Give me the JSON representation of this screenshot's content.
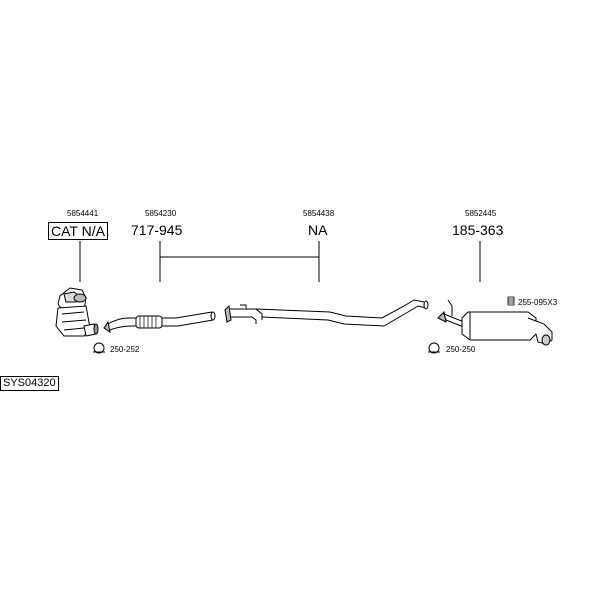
{
  "diagram": {
    "system_code": "SYS04320",
    "parts": [
      {
        "ref": "5854441",
        "label": "CAT N/A"
      },
      {
        "ref": "5854230",
        "label": "717-945"
      },
      {
        "ref": "5854438",
        "label": "NA"
      },
      {
        "ref": "5852445",
        "label": "185-363"
      }
    ],
    "accessories": [
      {
        "code": "250-252",
        "icon": "clamp-icon"
      },
      {
        "code": "250-250",
        "icon": "clamp-icon"
      },
      {
        "code": "255-095X3",
        "icon": "bolt-kit-icon"
      }
    ]
  }
}
